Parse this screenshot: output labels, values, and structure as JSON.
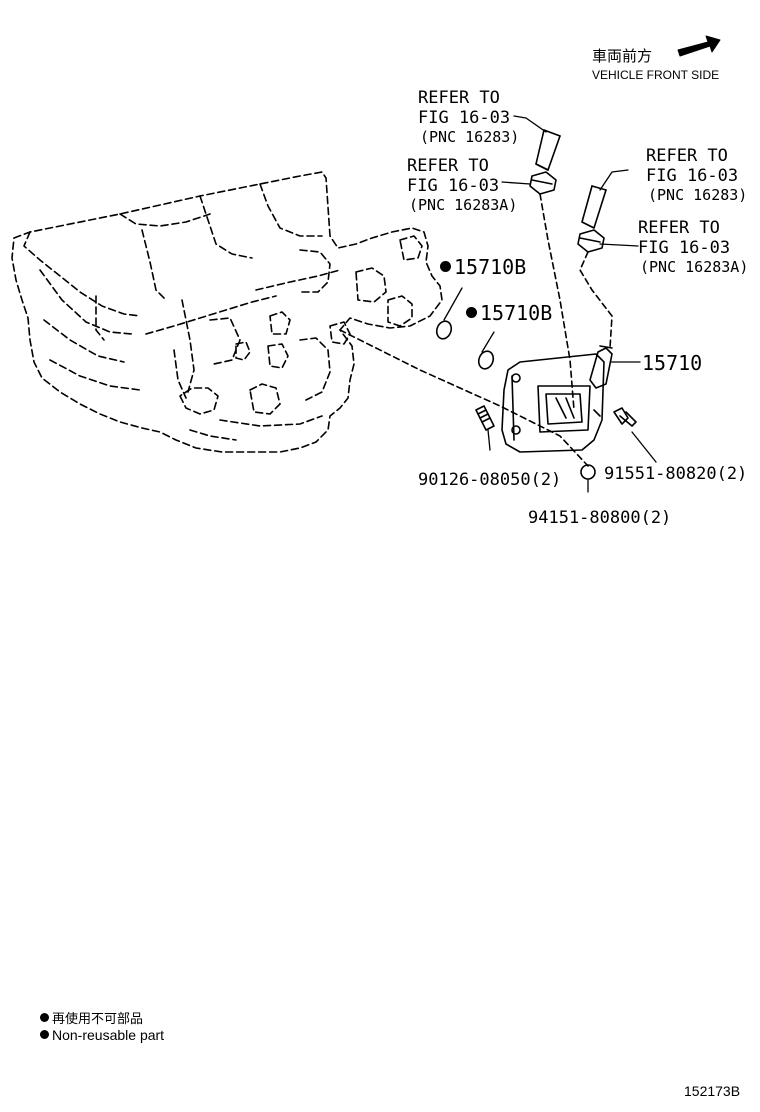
{
  "header": {
    "direction_jp": "車両前方",
    "direction_en": "VEHICLE FRONT SIDE"
  },
  "callouts": [
    {
      "line1": "REFER TO",
      "line2": "FIG 16-03",
      "line3": "(PNC 16283)"
    },
    {
      "line1": "REFER TO",
      "line2": "FIG 16-03",
      "line3": "(PNC 16283A)"
    },
    {
      "line1": "REFER TO",
      "line2": "FIG 16-03",
      "line3": "(PNC 16283)"
    },
    {
      "line1": "REFER TO",
      "line2": "FIG 16-03",
      "line3": "(PNC 16283A)"
    }
  ],
  "parts": {
    "oring_upper": "15710B",
    "oring_lower": "15710B",
    "cooler": "15710",
    "stud": "90126-08050(2)",
    "bolt": "91551-80820(2)",
    "nut": "94151-80800(2)"
  },
  "legend": {
    "jp": "再使用不可部品",
    "en": "Non-reusable part"
  },
  "figure_id": "152173B",
  "colors": {
    "ink": "#000000",
    "background": "#ffffff"
  }
}
